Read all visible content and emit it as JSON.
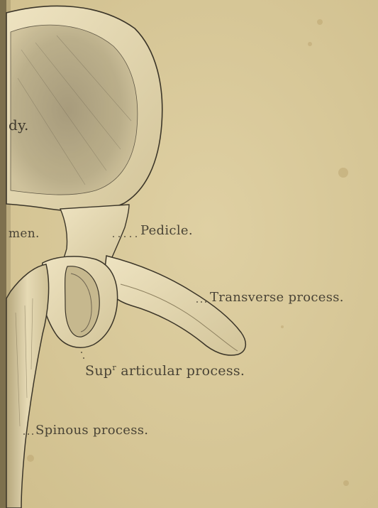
{
  "plate": {
    "colors": {
      "paper": "#d9c99a",
      "bone": "#e9dcb4",
      "bone_shade": "#b8a97c",
      "ink": "#3b3528",
      "label_ink": "#4a4436",
      "spine_edge": "#6f6242"
    },
    "labels": {
      "body": "dy.",
      "foramen": "men.",
      "pedicle": "Pedicle.",
      "transverse_process": "Transverse process.",
      "superior_articular_prefix": "Sup",
      "superior_articular_sup": "r",
      "superior_articular_rest": " articular process.",
      "spinous_process": "Spinous process."
    }
  }
}
